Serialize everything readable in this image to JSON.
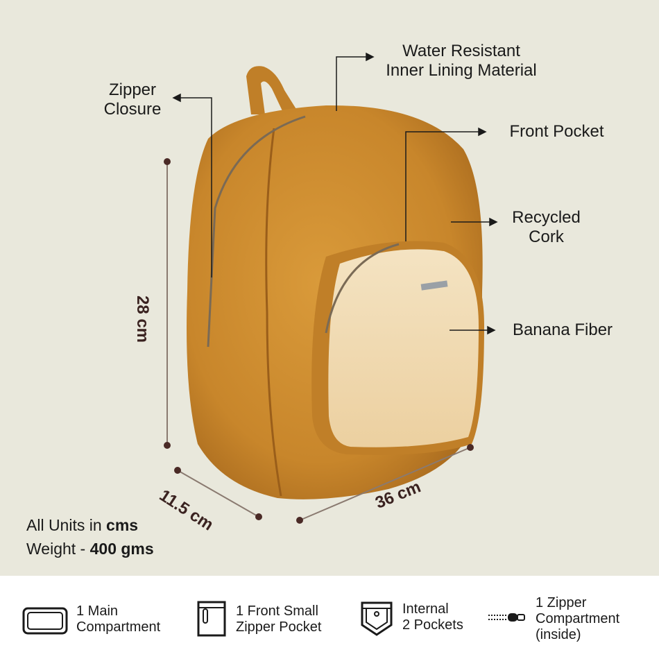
{
  "callouts": {
    "zipper_closure": [
      "Zipper",
      "Closure"
    ],
    "water_resistant": [
      "Water Resistant",
      "Inner Lining Material"
    ],
    "front_pocket": "Front Pocket",
    "recycled_cork": [
      "Recycled",
      "Cork"
    ],
    "banana_fiber": "Banana Fiber"
  },
  "dimensions": {
    "height": "28 cm",
    "depth": "11.5 cm",
    "width": "36 cm"
  },
  "info": {
    "units_prefix": "All Units in ",
    "units_value": "cms",
    "weight_prefix": "Weight - ",
    "weight_value": "400 gms"
  },
  "features": [
    {
      "icon": "compartment-icon",
      "lines": [
        "1 Main",
        "Compartment"
      ]
    },
    {
      "icon": "zipper-pocket-icon",
      "lines": [
        "1 Front Small",
        "Zipper Pocket"
      ]
    },
    {
      "icon": "pocket-icon",
      "lines": [
        "Internal",
        "2 Pockets"
      ]
    },
    {
      "icon": "zipper-icon",
      "lines": [
        "1 Zipper",
        "Compartment",
        "(inside)"
      ]
    }
  ],
  "colors": {
    "background": "#e9e8dc",
    "cork": "#c98a2e",
    "banana_fiber": "#f1dcb4",
    "dimension": "#4a2a26"
  }
}
